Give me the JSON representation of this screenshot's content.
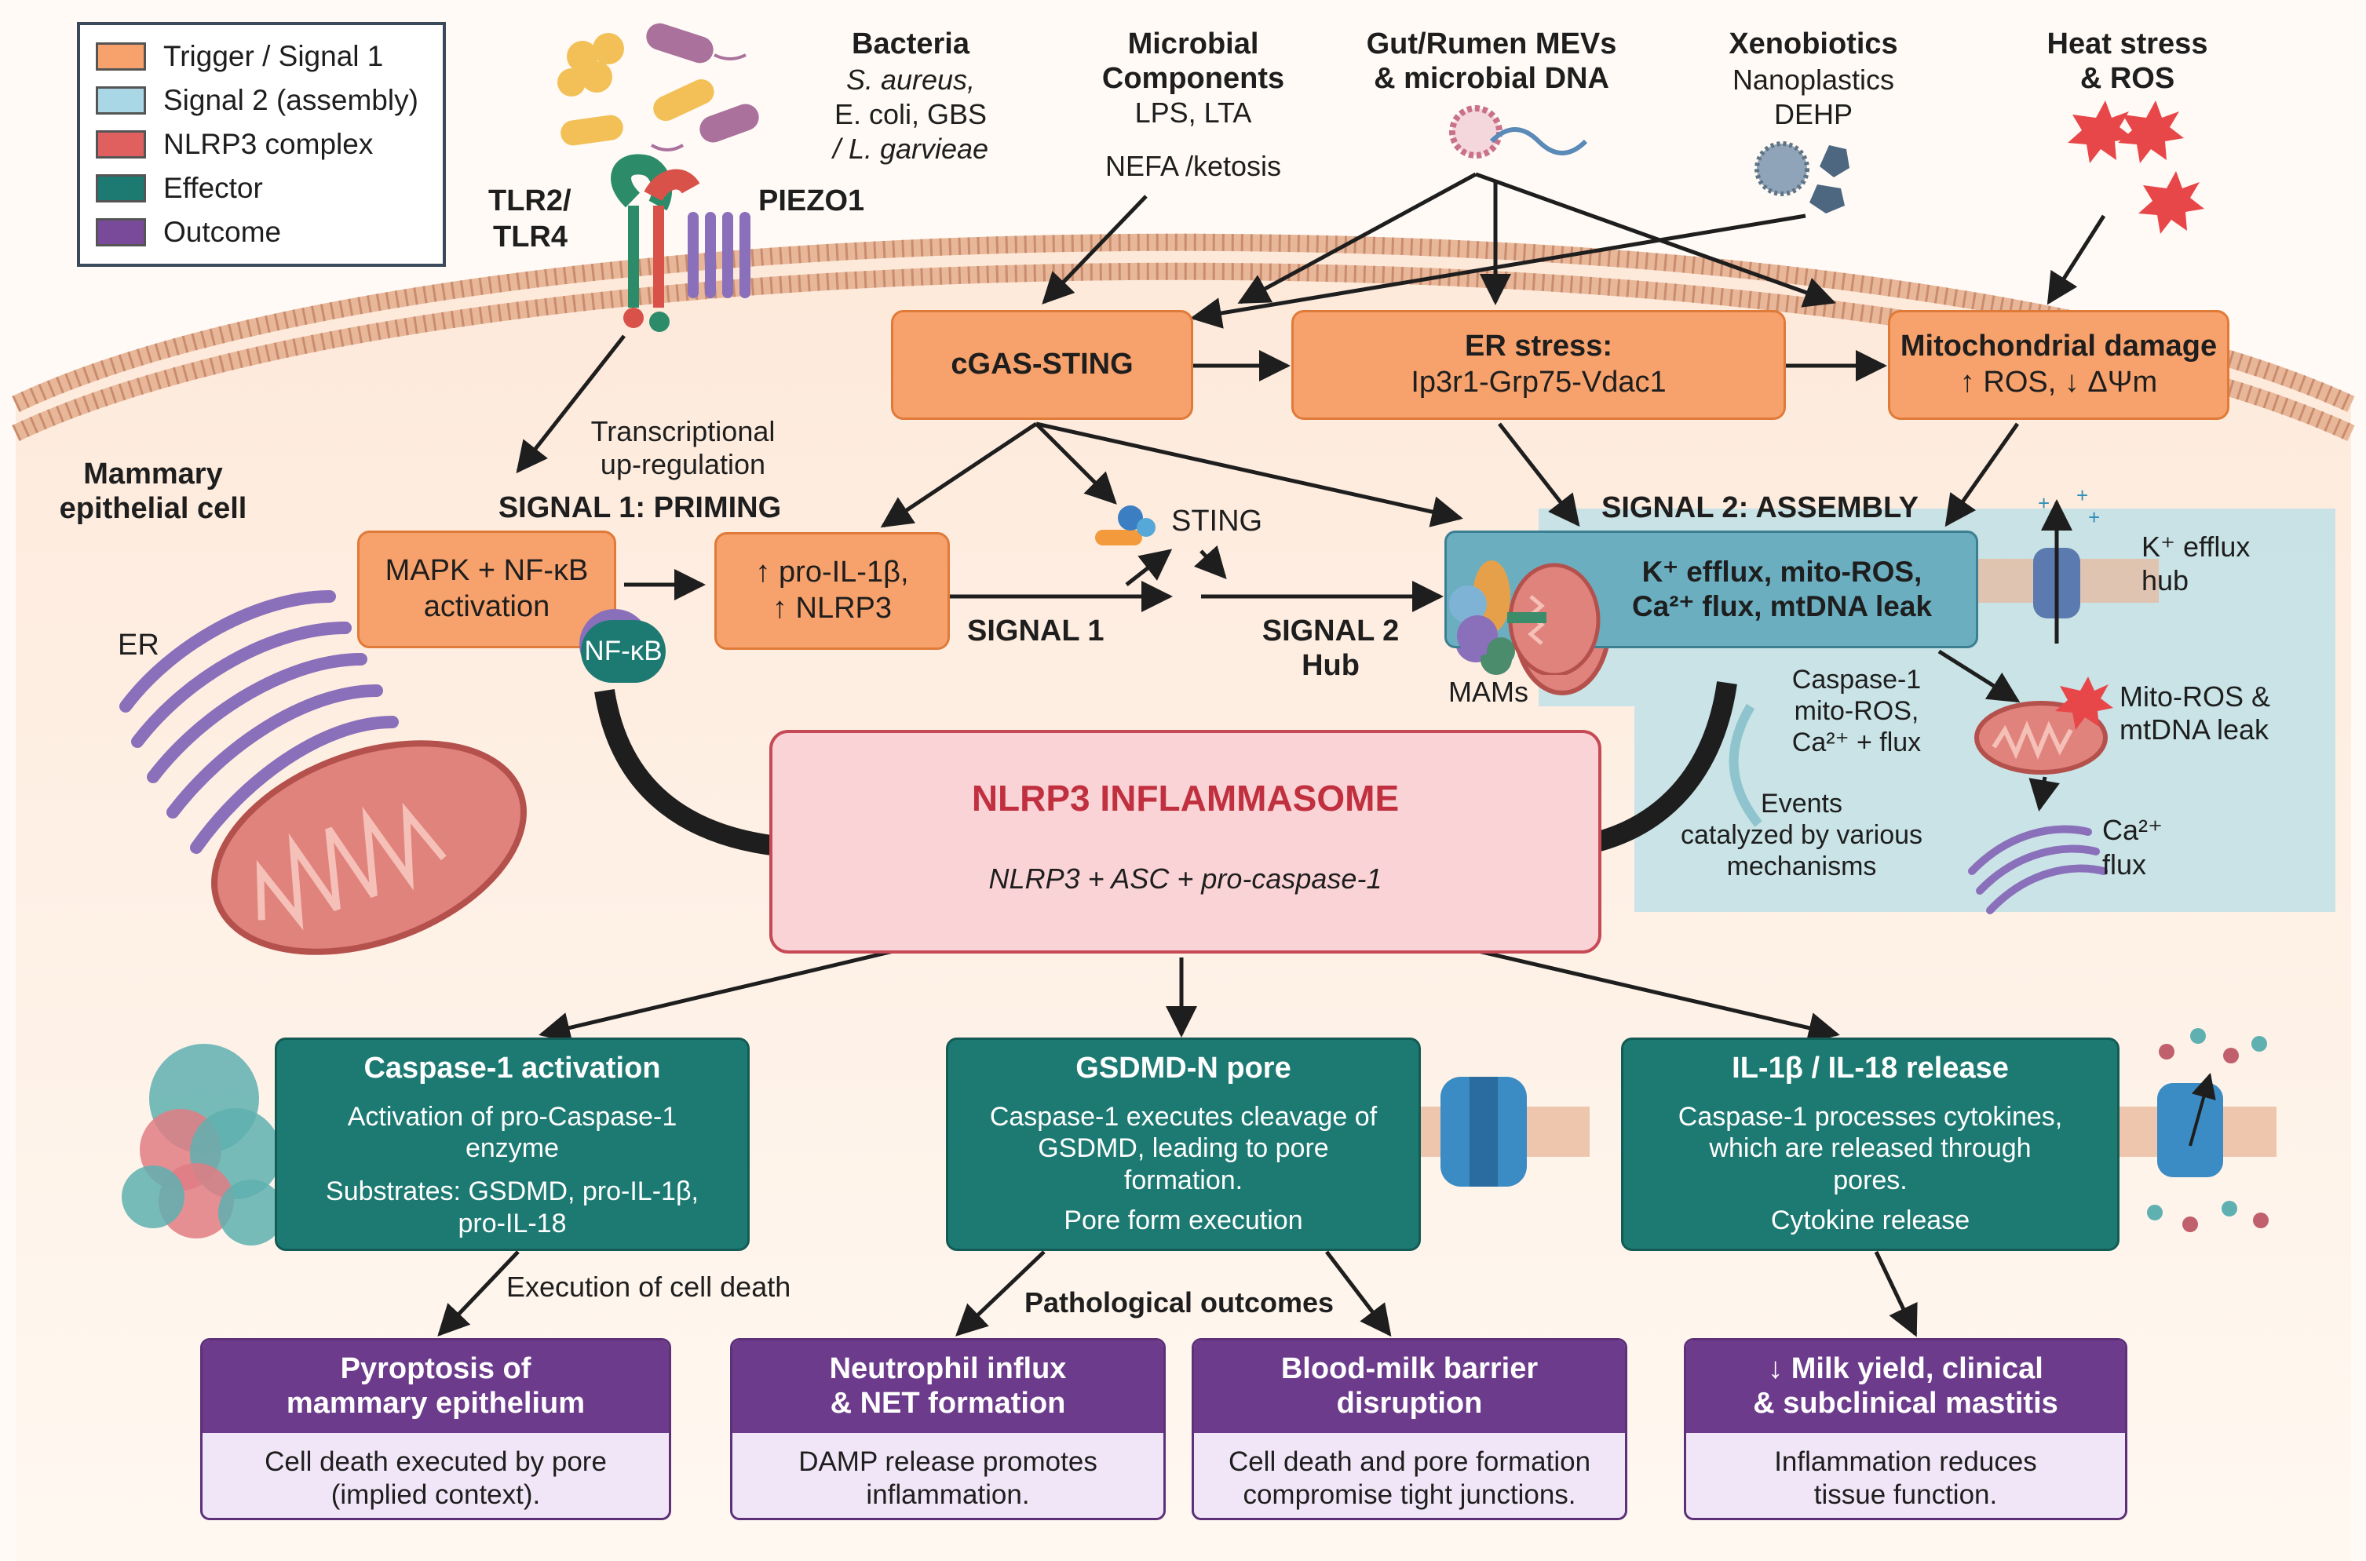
{
  "legend": [
    {
      "label": "Trigger / Signal 1",
      "color": "#f7a26c"
    },
    {
      "label": "Signal 2 (assembly)",
      "color": "#a9d7e6"
    },
    {
      "label": "NLRP3 complex",
      "color": "#e06060"
    },
    {
      "label": "Effector",
      "color": "#1d7a72"
    },
    {
      "label": "Outcome",
      "color": "#7a4a9a"
    }
  ],
  "triggers": {
    "bacteria": {
      "title": "Bacteria",
      "line1": "S. aureus,",
      "line2": "E. coli, GBS",
      "line3": "/ L. garvieae"
    },
    "microbial": {
      "title1": "Microbial",
      "title2": "Components",
      "line": "LPS, LTA",
      "nefa": "NEFA /ketosis"
    },
    "mevs": {
      "title1": "Gut/Rumen MEVs",
      "title2": "& microbial DNA"
    },
    "xeno": {
      "title": "Xenobiotics",
      "line1": "Nanoplastics",
      "line2": "DEHP"
    },
    "heat": {
      "title1": "Heat stress",
      "title2": "& ROS"
    }
  },
  "receptors": {
    "tlr1": "TLR2/",
    "tlr2": "TLR4",
    "piezo": "PIEZO1"
  },
  "cell": {
    "line1": "Mammary",
    "line2": "epithelial cell",
    "er": "ER"
  },
  "transcription": {
    "line1": "Transcriptional",
    "line2": "up-regulation"
  },
  "signal1": {
    "header": "SIGNAL 1: PRIMING",
    "mapk1": "MAPK + NF-κB",
    "mapk2": "activation",
    "nfkb": "NF-κB",
    "pro1": "↑ pro-IL-1β,",
    "pro2": "↑ NLRP3",
    "label": "SIGNAL 1"
  },
  "upper": {
    "cgas": "cGAS-STING",
    "er_title": "ER stress:",
    "er_sub": "Ip3r1-Grp75-Vdac1",
    "mito_title": "Mitochondrial damage",
    "mito_sub": "↑ ROS, ↓ ΔΨm"
  },
  "sting": "STING",
  "hub": {
    "line1": "SIGNAL 2",
    "line2": "Hub",
    "mams": "MAMs"
  },
  "signal2": {
    "header": "SIGNAL 2: ASSEMBLY",
    "box_line1": "K⁺ efflux, mito-ROS,",
    "box_line2": "Ca²⁺ flux, mtDNA leak",
    "kef1": "K⁺ efflux",
    "kef2": "hub",
    "cas1": "Caspase-1",
    "cas2": "mito-ROS,",
    "cas3": "Ca²⁺ + flux",
    "ev1": "Events",
    "ev2": "catalyzed by various",
    "ev3": "mechanisms",
    "mr1": "Mito-ROS &",
    "mr2": "mtDNA leak",
    "ca1": "Ca²⁺",
    "ca2": "flux"
  },
  "inflammasome": {
    "title": "NLRP3 INFLAMMASOME",
    "sub": "NLRP3 + ASC + pro-caspase-1"
  },
  "effectors": [
    {
      "title": "Caspase-1 activation",
      "l1": "Activation of pro-Caspase-1",
      "l2": "enzyme",
      "l3": "Substrates: GSDMD, pro-IL-1β,",
      "l4": "pro-IL-18"
    },
    {
      "title": "GSDMD-N pore",
      "l1": "Caspase-1 executes cleavage of",
      "l2": "GSDMD, leading to pore",
      "l3": "formation.",
      "l4": "Pore form execution"
    },
    {
      "title": "IL-1β / IL-18 release",
      "l1": "Caspase-1 processes cytokines,",
      "l2": "which are released through",
      "l3": "pores.",
      "l4": "Cytokine release"
    }
  ],
  "labels": {
    "execution": "Execution of cell death",
    "pathological": "Pathological outcomes"
  },
  "outcomes": [
    {
      "t1": "Pyroptosis of",
      "t2": "mammary epithelium",
      "d1": "Cell death executed by pore",
      "d2": "(implied context)."
    },
    {
      "t1": "Neutrophil influx",
      "t2": "& NET formation",
      "d1": "DAMP release promotes",
      "d2": "inflammation."
    },
    {
      "t1": "Blood-milk barrier",
      "t2": "disruption",
      "d1": "Cell death and pore formation",
      "d2": "compromise tight junctions."
    },
    {
      "t1": "↓ Milk yield, clinical",
      "t2": "& subclinical mastitis",
      "d1": "Inflammation reduces",
      "d2": "tissue function."
    }
  ]
}
